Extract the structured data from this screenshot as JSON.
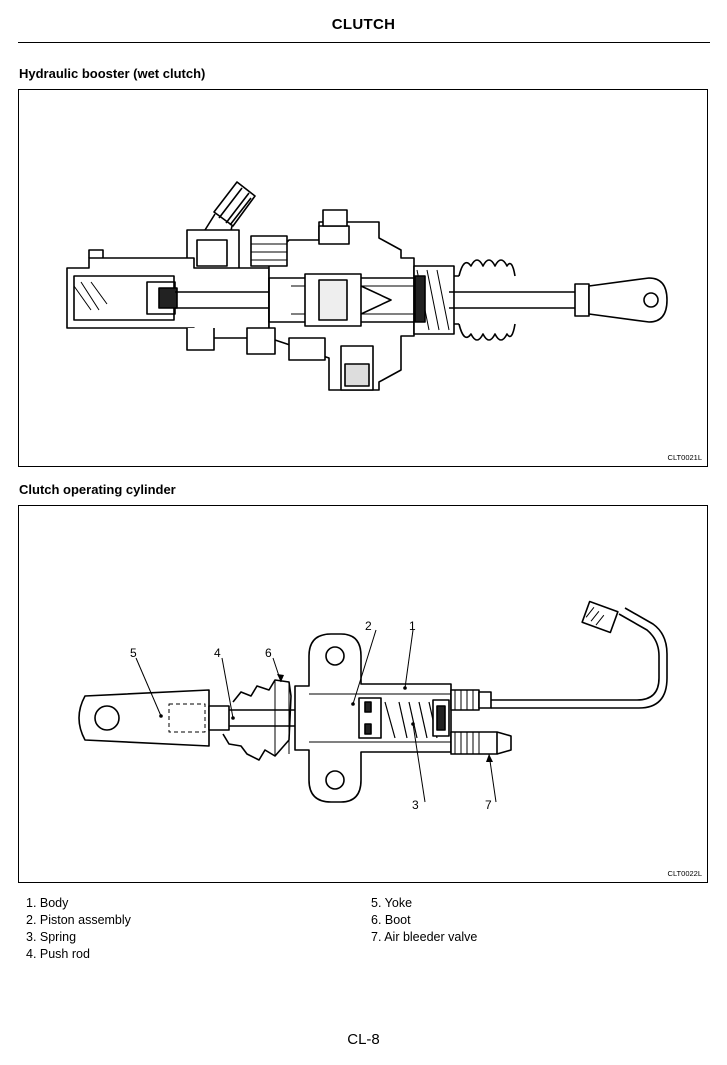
{
  "header": {
    "title": "CLUTCH"
  },
  "sections": {
    "booster": {
      "title": "Hydraulic booster (wet clutch)",
      "figure_code": "CLT0021L"
    },
    "cylinder": {
      "title": "Clutch operating cylinder",
      "figure_code": "CLT0022L"
    }
  },
  "callouts": {
    "c1": "1",
    "c2": "2",
    "c3": "3",
    "c4": "4",
    "c5": "5",
    "c6": "6",
    "c7": "7"
  },
  "legend": {
    "left": [
      "1. Body",
      "2. Piston assembly",
      "3. Spring",
      "4. Push rod"
    ],
    "right": [
      "5. Yoke",
      "6. Boot",
      "7. Air bleeder valve"
    ]
  },
  "footer": {
    "page_number": "CL-8"
  }
}
